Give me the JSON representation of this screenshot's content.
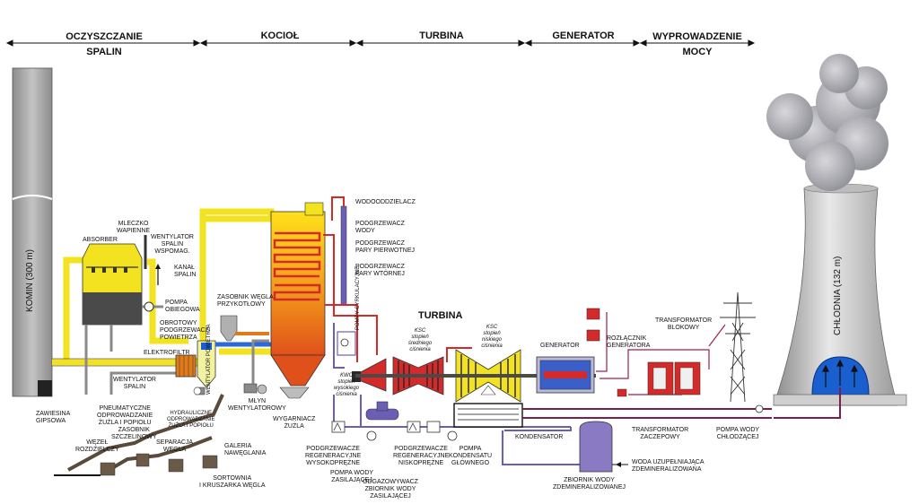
{
  "sections": [
    {
      "key": "flue_gas",
      "label": "OCZYSZCZANIE\nSPALIN"
    },
    {
      "key": "boiler",
      "label": "KOCIOŁ"
    },
    {
      "key": "turbine",
      "label": "TURBINA"
    },
    {
      "key": "generator",
      "label": "GENERATOR"
    },
    {
      "key": "power_out",
      "label": "WYPROWADZENIE\nMOCY"
    }
  ],
  "chimney": {
    "label": "KOMIN (300 m)"
  },
  "cooling_tower": {
    "label": "CHŁODNIA (132 m)"
  },
  "turbine_title": "TURBINA",
  "labels": {
    "absorber": "ABSORBER",
    "mleczko": "MLECZKO\nWAPIENNE",
    "wentylator_spalin_wspomag": "WENTYLATOR\nSPALIN\nWSPOMAG.",
    "kanal_spalin": "KANAŁ\nSPALIN",
    "pompa_obiegowa": "POMPA\nOBIEGOWA",
    "obrotowy_podgrzewacz": "OBROTOWY\nPODGRZEWACZ\nPOWIETRZA",
    "elektrofiltr": "ELEKTROFILTR",
    "wentylator_spalin": "WENTYLATOR\nSPALIN",
    "zawiesina": "ZAWIESINA\nGIPSOWA",
    "pneumatyczne": "PNEUMATYCZNE\nODPROWADZANIE\nŻUŻLA I POPIOŁU",
    "zasobnik_szczelinowy": "ZASOBNIK\nSZCZELINOWY",
    "hydrauliczne": "HYDRAULICZNE\nODPROWADZANIE\nŻUŻLA I POPIOŁU",
    "wentylator_powietrza": "WENTYLATOR POWIETRZA",
    "zasobnik_wegla": "ZASOBNIK WĘGLA\nPRZYKOTŁOWY",
    "mlyn": "MŁYN\nWENTYLATOROWY",
    "wygarniacz": "WYGARNIACZ\nŻUŻLA",
    "wezel": "WĘZEŁ\nROZDZIELCZY",
    "separacja": "SEPARACJA\nWĘGLA",
    "galeria": "GALERIA\nNAWĘGLANIA",
    "sortownia": "SORTOWNIA\nI KRUSZARKA WĘGLA",
    "wodooddzielacz": "WODOODDZIELACZ",
    "podgrzewacz_wody": "PODGRZEWACZ\nWODY",
    "podgrzewacz_pierwotnej": "PODGRZEWACZ\nPARY PIERWOTNEJ",
    "podgrzewacz_wtornej": "PODGRZEWACZ\nPARY WTÓRNEJ",
    "pompy_cyrkulacyjne": "POMPY CYRKULACYJNE",
    "kwc": "KWC\nstopień\nwysokiego\nciśnienia",
    "ksc_sredni": "KSC\nstopień\nśredniego\nciśnienia",
    "ksc_niski": "KSC\nstopień\nniskiego\nciśnienia",
    "generator": "GENERATOR",
    "rozlacznik": "ROZŁĄCZNIK\nGENERATORA",
    "transformator_blokowy": "TRANSFORMATOR\nBLOKOWY",
    "transformator_zaczepowy": "TRANSFORMATOR\nZACZEPOWY",
    "pompa_chlodzacej": "POMPA WODY\nCHŁODZĄCEJ",
    "podgrzewacze_wysoko": "PODGRZEWACZE\nREGENERACYJNE\nWYSOKOPRĘŻNE",
    "podgrzewacze_nisko": "PODGRZEWACZE\nREGENERACYJNE\nNISKOPRĘŻNE",
    "pompa_zasilajacej": "POMPA WODY\nZASILAJĄCEJ",
    "odgazowywacz": "ODGAZOWYWACZ\nZBIORNIK WODY\nZASILAJĄCEJ",
    "pompa_kondensatu": "POMPA\nKONDENSATU\nGŁÓWNEGO",
    "kondensator": "KONDENSATOR",
    "zbiornik_zdemin": "ZBIORNIK WODY\nZDEMINERALIZOWANEJ",
    "woda_uzupelniajaca": "WODA UZUPEŁNIAJĄCA\nZDEMINERALIZOWANA"
  },
  "colors": {
    "flue_gas": "#f2e21f",
    "steam": "#d42a2a",
    "water": "#6a5fb5",
    "cooling": "#7a1f4a",
    "equipment": "#8a8a8a",
    "generator": "#3a5fc9",
    "boiler_hot": "#f07a1a"
  }
}
